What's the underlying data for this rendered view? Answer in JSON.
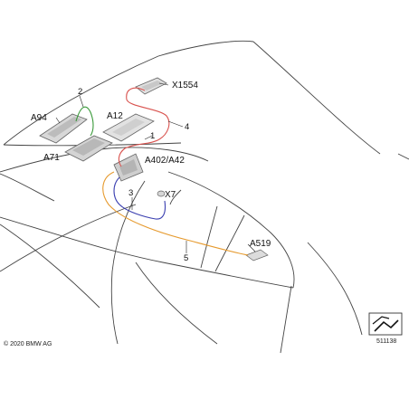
{
  "labels": {
    "x1554": "X1554",
    "a94": "A94",
    "a12": "A12",
    "a71": "A71",
    "a402": "A402/A42",
    "x7": "X7",
    "a519": "A519",
    "n1": "1",
    "n2": "2",
    "n3": "3",
    "n4": "4",
    "n5": "5"
  },
  "footer": {
    "copyright": "© 2020 BMW AG",
    "diagram_number": "511138"
  },
  "colors": {
    "cable_red": "#d9534f",
    "cable_green": "#3a9a3a",
    "cable_blue": "#3a3fb0",
    "cable_orange": "#e69a2e",
    "outline": "#444444"
  }
}
